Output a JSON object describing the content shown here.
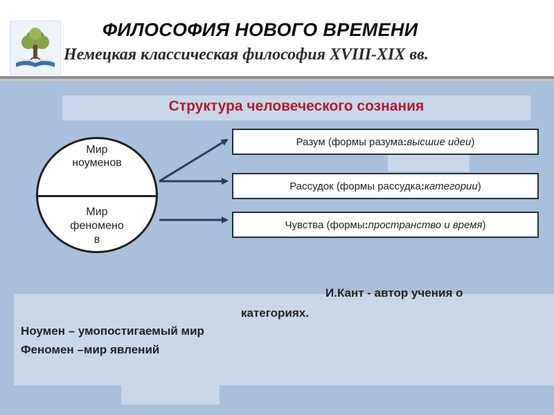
{
  "header": {
    "title": "ФИЛОСОФИЯ НОВОГО ВРЕМЕНИ",
    "subtitle": "Немецкая классическая философия XVIII-XIX вв."
  },
  "diagram": {
    "heading": "Структура человеческого сознания",
    "circle": {
      "top_label_line1": "Мир",
      "top_label_line2": "ноуменов",
      "bottom_label_line1": "Мир",
      "bottom_label_line2": "феномено",
      "bottom_label_line3": "в"
    },
    "boxes": [
      {
        "lead": "Разум (формы разума ",
        "colon": ": ",
        "emph": "высшие идеи",
        "tail": ")"
      },
      {
        "lead": "Рассудок (формы рассудка",
        "colon": ": ",
        "emph": "категории",
        "tail": ")"
      },
      {
        "lead": "Чувства (формы",
        "colon": ": ",
        "emph": "пространство и время",
        "tail": ")"
      }
    ]
  },
  "notes": {
    "kant_line1": "И.Кант  - автор учения о",
    "kant_line2": "категориях.",
    "noumenon": "Ноумен – умопостигаемый мир",
    "phenomenon": "Феномен –мир явлений"
  },
  "colors": {
    "background": "#a9c0dc",
    "band": "#c8d7ea",
    "heading": "#b3192f"
  }
}
